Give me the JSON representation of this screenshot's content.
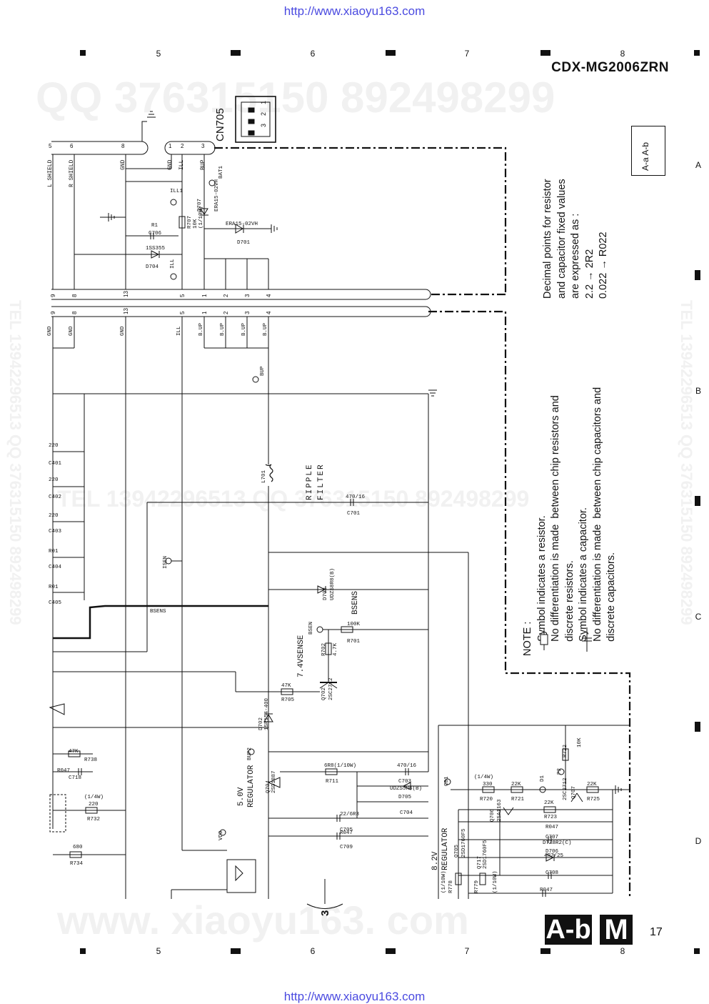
{
  "header": {
    "url_top": "http://www.xiaoyu163.com",
    "url_bottom": "http://www.xiaoyu163.com",
    "model": "CDX-MG2006ZRN",
    "page_number": "17"
  },
  "grid": {
    "columns": [
      "5",
      "6",
      "7",
      "8"
    ],
    "rows": [
      "A",
      "B",
      "C",
      "D"
    ]
  },
  "watermarks": {
    "top": "QQ 376315150   892498299",
    "middle": "TEL 13942296513   QQ 376315150   892498299",
    "side": "TEL 13942296513  QQ 376315150  892498299",
    "bottom": "www. xiaoyu163. com"
  },
  "connector": {
    "ref": "CN705",
    "pins": [
      "1",
      "2",
      "3"
    ]
  },
  "block_ref": {
    "label": "A-a  A-b"
  },
  "notes": {
    "decimal": "Decimal points for resistor\nand capacitor fixed values\nare expressed as :\n2.2 → 2R2\n0.022 → R022",
    "main": "NOTE :\n     Symbol indicates a resistor.\n     No differentiation is made  between chip resistors and\n     discrete resistors.\n     Symbol indicates a capacitor.\n     No differentiation is made  between chip capacitors and\n     discrete capacitors."
  },
  "badges": {
    "ab": "A-b",
    "m": "M"
  },
  "bottom_ref": "3",
  "schematic": {
    "upper_pins": [
      {
        "num": "5",
        "name": "L SHIELD"
      },
      {
        "num": "6",
        "name": "R SHIELD"
      },
      {
        "num": "8",
        "name": "GND"
      },
      {
        "num": "1",
        "name": "GND"
      },
      {
        "num": "2",
        "name": "ILL"
      },
      {
        "num": "3",
        "name": "BUP"
      }
    ],
    "bus_pins": [
      {
        "num": "9",
        "name": "GND"
      },
      {
        "num": "8",
        "name": "GND"
      },
      {
        "num": "13",
        "name": "GND"
      },
      {
        "num": "5",
        "name": "ILL"
      },
      {
        "num": "1",
        "name": "B.UP"
      },
      {
        "num": "2",
        "name": "B.UP"
      },
      {
        "num": "3",
        "name": "B.UP"
      },
      {
        "num": "4",
        "name": "B.UP"
      }
    ],
    "labels": [
      {
        "id": "ill1",
        "text": "ILL1"
      },
      {
        "id": "bat1",
        "text": "BAT1"
      },
      {
        "id": "d707",
        "text": "D707"
      },
      {
        "id": "d707v",
        "text": "ERA15-02VH"
      },
      {
        "id": "d701",
        "text": "D701"
      },
      {
        "id": "d701v",
        "text": "ERA15-02VH"
      },
      {
        "id": "r707",
        "text": "R707"
      },
      {
        "id": "r707v",
        "text": "10K"
      },
      {
        "id": "r707w",
        "text": "(1/10W)"
      },
      {
        "id": "c706",
        "text": "C706"
      },
      {
        "id": "c706v",
        "text": "R1"
      },
      {
        "id": "d704",
        "text": "D704"
      },
      {
        "id": "d704v",
        "text": "1SS355"
      },
      {
        "id": "ill",
        "text": "ILL"
      },
      {
        "id": "bup",
        "text": "BUP"
      },
      {
        "id": "c401",
        "text": "C401"
      },
      {
        "id": "c401v",
        "text": "220"
      },
      {
        "id": "c402",
        "text": "C402"
      },
      {
        "id": "c402v",
        "text": "220"
      },
      {
        "id": "c403",
        "text": "C403"
      },
      {
        "id": "c403v",
        "text": "220"
      },
      {
        "id": "c404",
        "text": "C404"
      },
      {
        "id": "c404v",
        "text": "R01"
      },
      {
        "id": "c405",
        "text": "C405"
      },
      {
        "id": "c405v",
        "text": "R01"
      },
      {
        "id": "l701",
        "text": "L701"
      },
      {
        "id": "ripple",
        "text": "RIPPLE"
      },
      {
        "id": "filter",
        "text": "FILTER"
      },
      {
        "id": "c701",
        "text": "C701"
      },
      {
        "id": "c701v",
        "text": "470/16"
      },
      {
        "id": "isen",
        "text": "ISEN"
      },
      {
        "id": "bsens_net",
        "text": "BSENS"
      },
      {
        "id": "bsens_big",
        "text": "BSENS"
      },
      {
        "id": "d703",
        "text": "D703"
      },
      {
        "id": "d703v",
        "text": "UDZS8R8(B)"
      },
      {
        "id": "bsen",
        "text": "BSEN"
      },
      {
        "id": "r701",
        "text": "R701"
      },
      {
        "id": "r701v",
        "text": "100K"
      },
      {
        "id": "sense",
        "text": "7.4VSENSE"
      },
      {
        "id": "r702",
        "text": "R702"
      },
      {
        "id": "r702v",
        "text": "4.7K"
      },
      {
        "id": "r705",
        "text": "R705"
      },
      {
        "id": "r705v",
        "text": "47K"
      },
      {
        "id": "q702",
        "text": "Q702"
      },
      {
        "id": "q702v",
        "text": "2SC2712"
      },
      {
        "id": "d702",
        "text": "D702"
      },
      {
        "id": "d702v",
        "text": "1SR154-400"
      },
      {
        "id": "r738",
        "text": "R738"
      },
      {
        "id": "r738v",
        "text": "47K"
      },
      {
        "id": "c718",
        "text": "C718"
      },
      {
        "id": "c718v",
        "text": "R047"
      },
      {
        "id": "r732",
        "text": "R732"
      },
      {
        "id": "r732v",
        "text": "220"
      },
      {
        "id": "r732w",
        "text": "(1/4W)"
      },
      {
        "id": "r734",
        "text": "R734"
      },
      {
        "id": "r734v",
        "text": "680"
      },
      {
        "id": "bup2",
        "text": "BUP2"
      },
      {
        "id": "reg5",
        "text": "5.0V"
      },
      {
        "id": "reg5b",
        "text": "REGULATOR"
      },
      {
        "id": "q704",
        "text": "Q704"
      },
      {
        "id": "q704v",
        "text": "2SD1887"
      },
      {
        "id": "r711",
        "text": "R711"
      },
      {
        "id": "r711v",
        "text": "6R8(1/10W)"
      },
      {
        "id": "c703",
        "text": "C703"
      },
      {
        "id": "c703v",
        "text": "470/16"
      },
      {
        "id": "d705",
        "text": "D705"
      },
      {
        "id": "d705v",
        "text": "UDZS5R6(B)"
      },
      {
        "id": "c704",
        "text": "C704"
      },
      {
        "id": "c705",
        "text": "C705"
      },
      {
        "id": "c705v",
        "text": "22/6R3"
      },
      {
        "id": "c709",
        "text": "C709"
      },
      {
        "id": "c709v",
        "text": "R047"
      },
      {
        "id": "vdd",
        "text": "VDD"
      },
      {
        "id": "reg8",
        "text": "8.2V"
      },
      {
        "id": "reg8b",
        "text": "REGULATOR"
      },
      {
        "id": "c81",
        "text": "C81"
      },
      {
        "id": "r720",
        "text": "R720"
      },
      {
        "id": "r720v",
        "text": "330"
      },
      {
        "id": "r720w",
        "text": "(1/4W)"
      },
      {
        "id": "r721",
        "text": "R721"
      },
      {
        "id": "r721v",
        "text": "22K"
      },
      {
        "id": "d1",
        "text": "D1"
      },
      {
        "id": "r722",
        "text": "R722"
      },
      {
        "id": "r722v",
        "text": "10K"
      },
      {
        "id": "p2",
        "text": "P2"
      },
      {
        "id": "q707",
        "text": "Q707"
      },
      {
        "id": "q707v",
        "text": "2SC2712"
      },
      {
        "id": "r725",
        "text": "R725"
      },
      {
        "id": "r725v",
        "text": "22K"
      },
      {
        "id": "q706",
        "text": "Q706"
      },
      {
        "id": "q706v",
        "text": "2SA1163"
      },
      {
        "id": "r723",
        "text": "R723"
      },
      {
        "id": "r723v",
        "text": "22K"
      },
      {
        "id": "c707",
        "text": "C707"
      },
      {
        "id": "c707v",
        "text": "R047"
      },
      {
        "id": "d706",
        "text": "D706"
      },
      {
        "id": "d706v",
        "text": "DTZ8R2(C)"
      },
      {
        "id": "c708",
        "text": "C708"
      },
      {
        "id": "c708v",
        "text": "4R7/25"
      },
      {
        "id": "q705",
        "text": "Q705"
      },
      {
        "id": "q705v",
        "text": "2SD1760F5"
      },
      {
        "id": "q717",
        "text": "Q717"
      },
      {
        "id": "q717v",
        "text": "2SD1760F5"
      },
      {
        "id": "r778",
        "text": "R778"
      },
      {
        "id": "r778w",
        "text": "(1/10W)"
      },
      {
        "id": "r779",
        "text": "R779"
      },
      {
        "id": "r779w",
        "text": "(1/10W)"
      },
      {
        "id": "r047b",
        "text": "R047"
      }
    ]
  }
}
